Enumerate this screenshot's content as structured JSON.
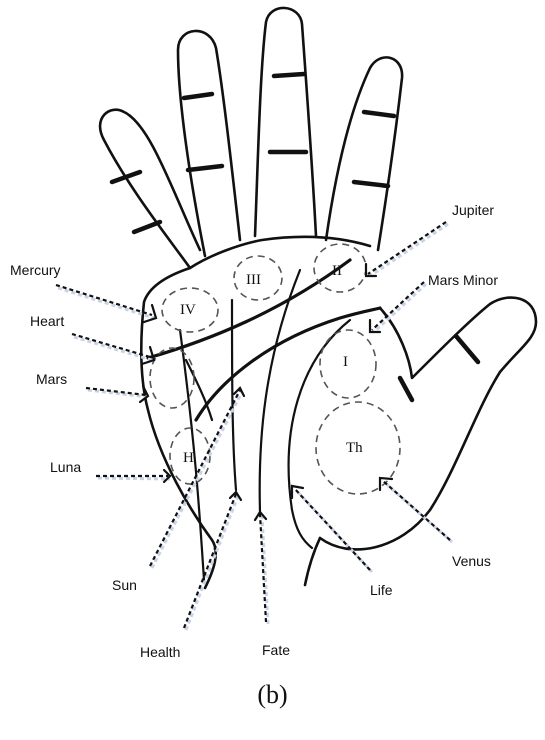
{
  "caption": "(b)",
  "labels": {
    "mercury": "Mercury",
    "heart": "Heart",
    "mars": "Mars",
    "luna": "Luna",
    "sun": "Sun",
    "health": "Health",
    "fate": "Fate",
    "life": "Life",
    "venus": "Venus",
    "jupiter": "Jupiter",
    "mars_minor": "Mars Minor"
  },
  "mounts": {
    "iv": "IV",
    "iii": "III",
    "ii": "II",
    "i": "I",
    "h": "H",
    "th": "Th"
  }
}
